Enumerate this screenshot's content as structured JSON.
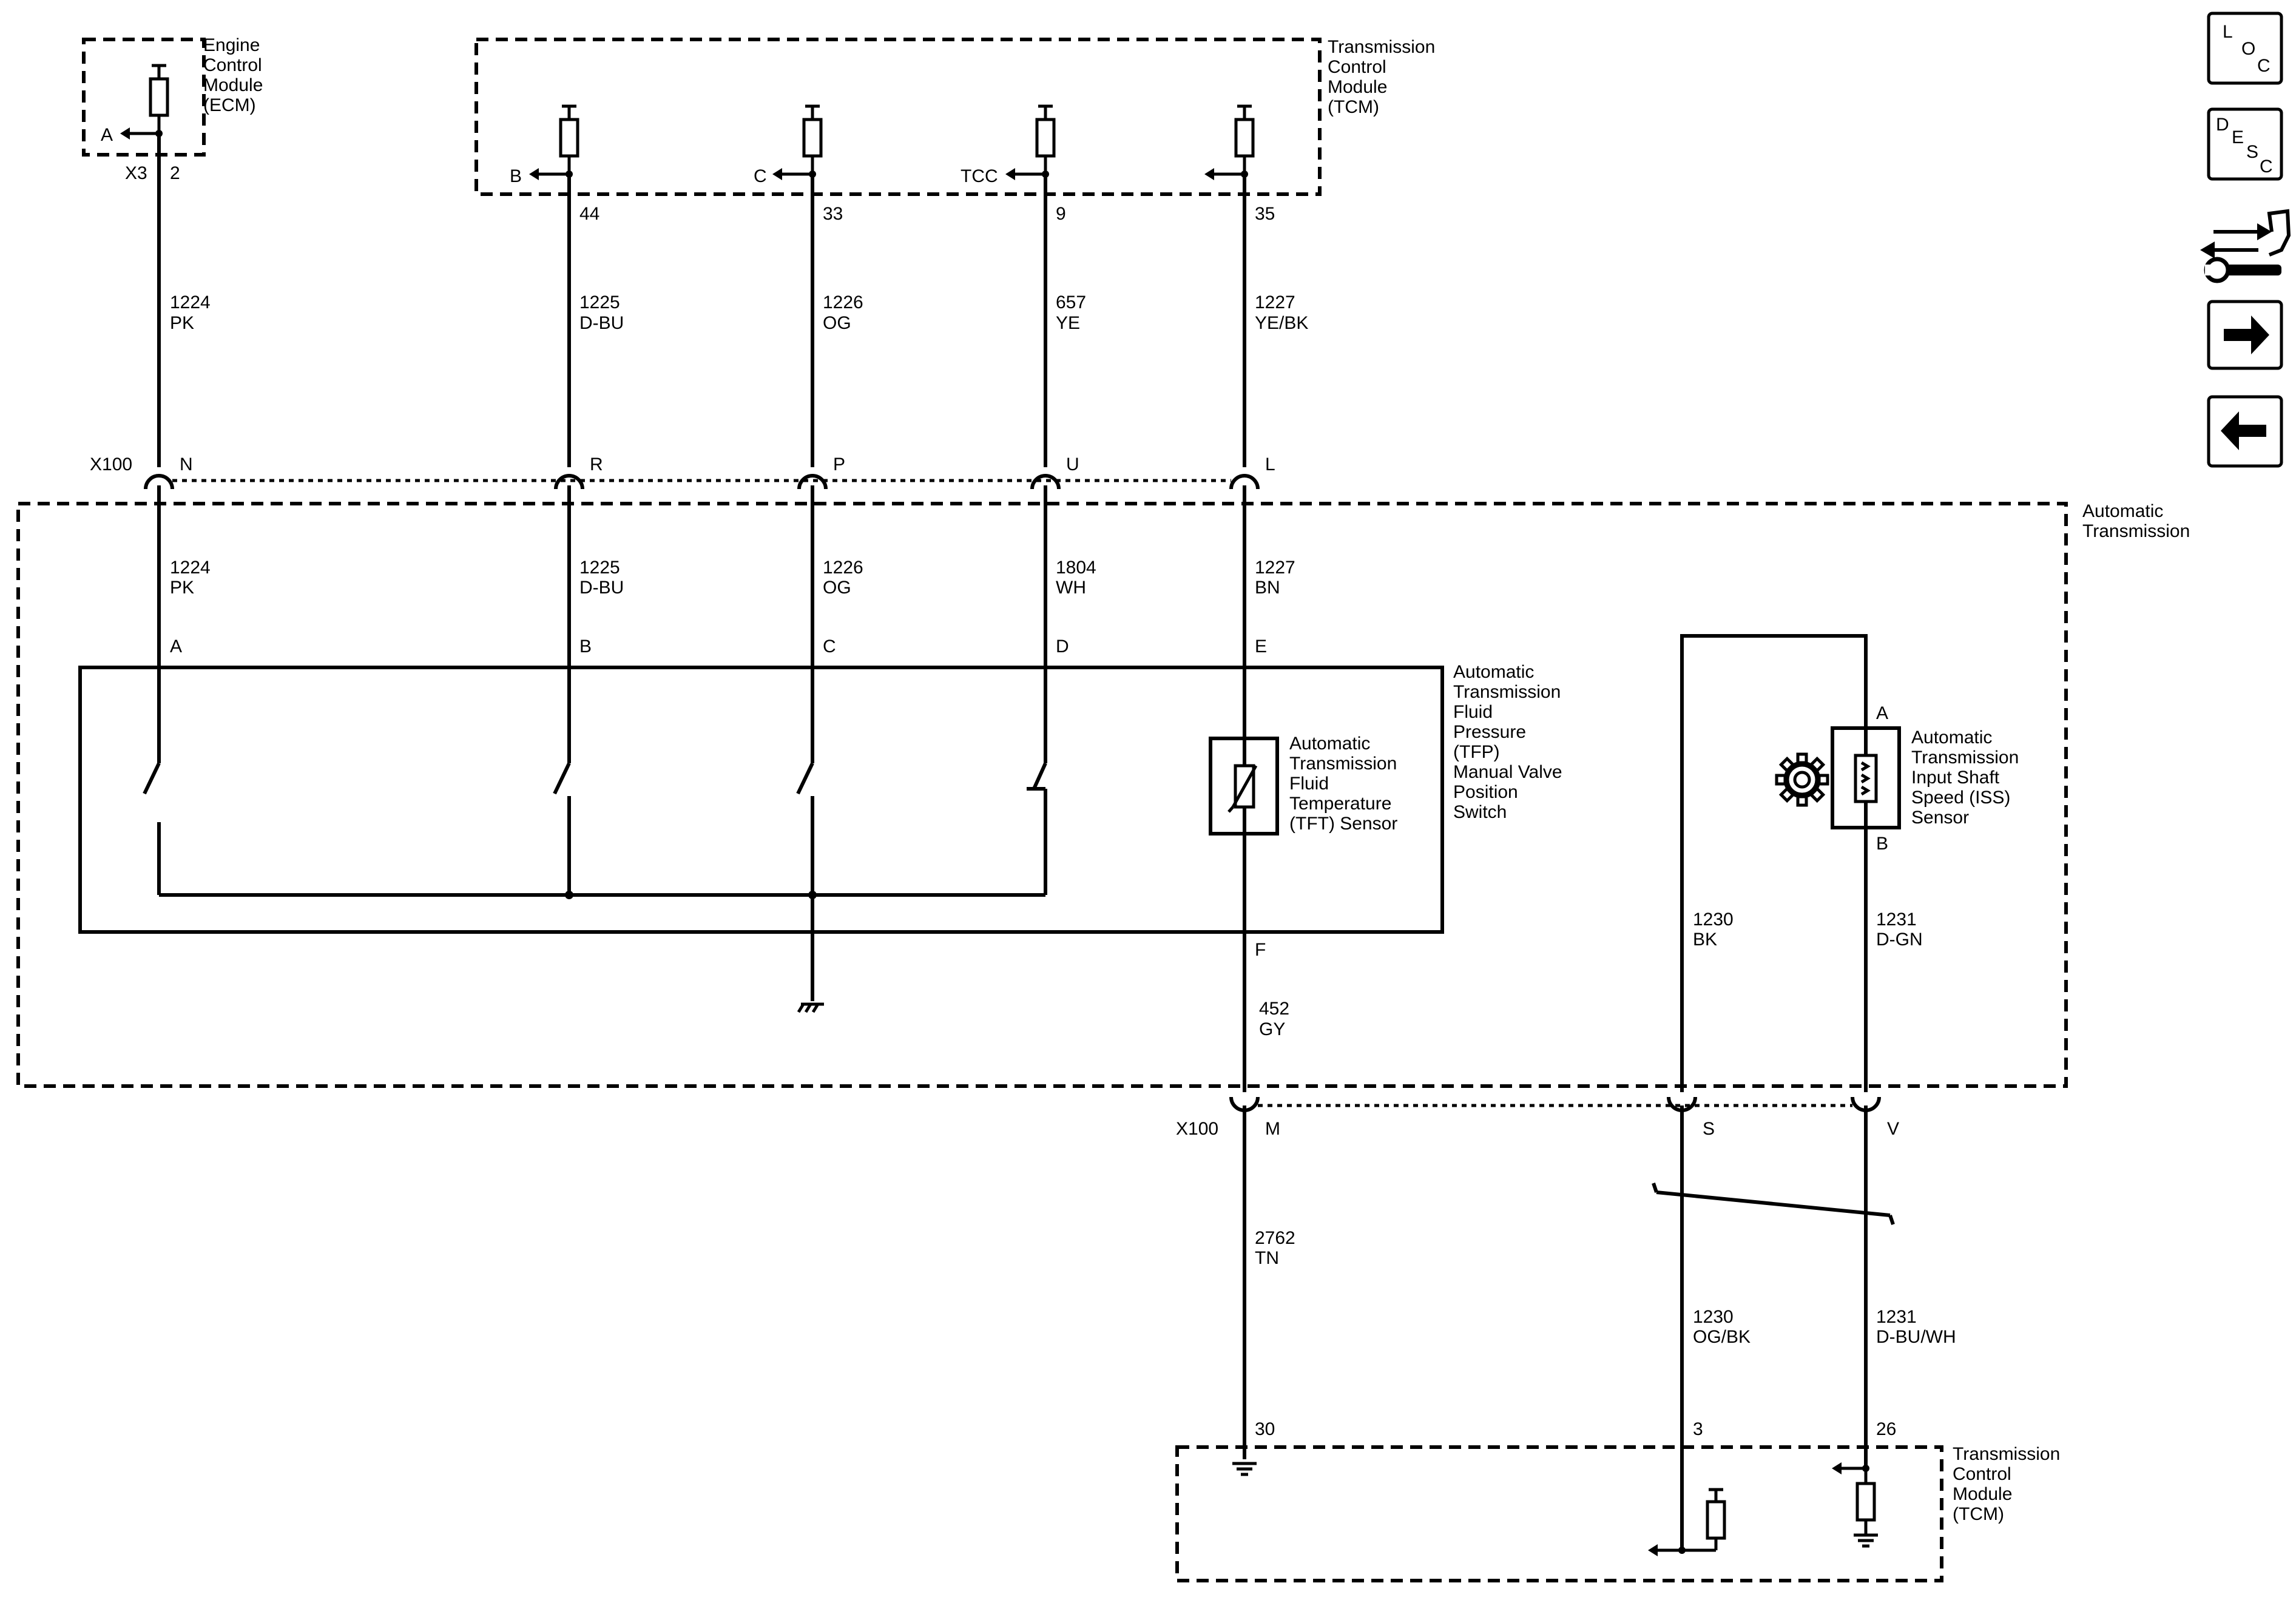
{
  "modules": {
    "ecm": [
      "Engine",
      "Control",
      "Module",
      "(ECM)"
    ],
    "tcm_top": [
      "Transmission",
      "Control",
      "Module",
      "(TCM)"
    ],
    "tcm_bottom": [
      "Transmission",
      "Control",
      "Module",
      "(TCM)"
    ],
    "auto_trans": [
      "Automatic",
      "Transmission"
    ],
    "tfp_switch": [
      "Automatic",
      "Transmission",
      "Fluid",
      "Pressure",
      "(TFP)",
      "Manual Valve",
      "Position",
      "Switch"
    ],
    "tft_sensor": [
      "Automatic",
      "Transmission",
      "Fluid",
      "Temperature",
      "(TFT) Sensor"
    ],
    "iss_sensor": [
      "Automatic",
      "Transmission",
      "Input Shaft",
      "Speed (ISS)",
      "Sensor"
    ]
  },
  "ecm_conn": {
    "connector": "X3",
    "pin": "2",
    "signal": "A"
  },
  "tcm_pins": [
    {
      "signal": "B",
      "pin": "44"
    },
    {
      "signal": "C",
      "pin": "33"
    },
    {
      "signal": "TCC",
      "pin": "9"
    },
    {
      "signal": "",
      "pin": "35"
    }
  ],
  "wires_upper": [
    {
      "circuit": "1224",
      "color": "PK"
    },
    {
      "circuit": "1225",
      "color": "D-BU"
    },
    {
      "circuit": "1226",
      "color": "OG"
    },
    {
      "circuit": "657",
      "color": "YE"
    },
    {
      "circuit": "1227",
      "color": "YE/BK"
    }
  ],
  "x100_top": {
    "label": "X100",
    "pins": [
      "N",
      "R",
      "P",
      "U",
      "L"
    ]
  },
  "wires_inside": [
    {
      "circuit": "1224",
      "color": "PK"
    },
    {
      "circuit": "1225",
      "color": "D-BU"
    },
    {
      "circuit": "1226",
      "color": "OG"
    },
    {
      "circuit": "1804",
      "color": "WH"
    },
    {
      "circuit": "1227",
      "color": "BN"
    }
  ],
  "switch_pins": [
    "A",
    "B",
    "C",
    "D",
    "E",
    "F"
  ],
  "iss_pins": [
    "A",
    "B"
  ],
  "wire_452": {
    "circuit": "452",
    "color": "GY"
  },
  "wire_1230_in": {
    "circuit": "1230",
    "color": "BK"
  },
  "wire_1231_in": {
    "circuit": "1231",
    "color": "D-GN"
  },
  "x100_bottom": {
    "label": "X100",
    "pins": [
      "M",
      "S",
      "V"
    ]
  },
  "wires_lower": [
    {
      "circuit": "2762",
      "color": "TN"
    },
    {
      "circuit": "1230",
      "color": "OG/BK"
    },
    {
      "circuit": "1231",
      "color": "D-BU/WH"
    }
  ],
  "tcm_bottom_pins": [
    "30",
    "3",
    "26"
  ],
  "nav": {
    "loc": [
      "L",
      "O",
      "C"
    ],
    "desc": [
      "D",
      "E",
      "S",
      "C"
    ]
  }
}
